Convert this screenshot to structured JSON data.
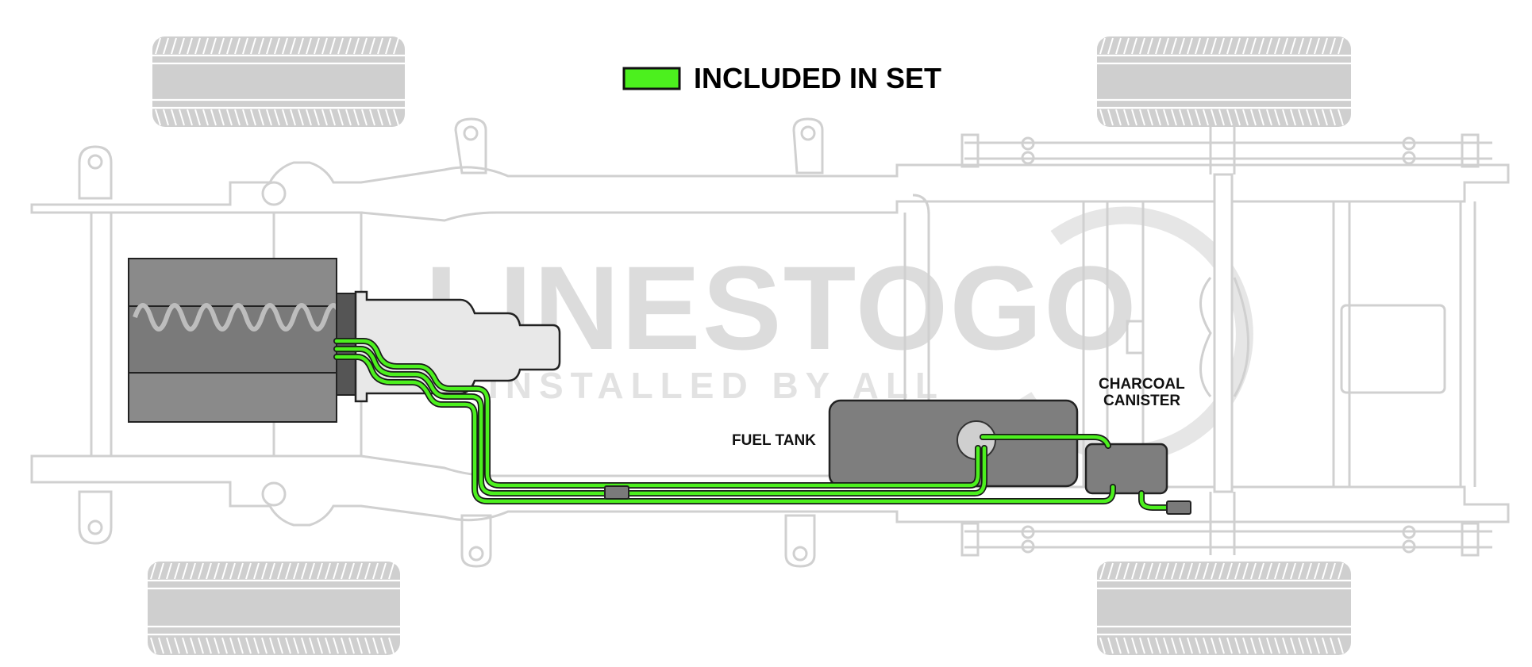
{
  "legend": {
    "label": "INCLUDED IN SET",
    "swatch_color": "#4cf01e"
  },
  "watermark": {
    "brand": "LINESTOGO",
    "tagline": "INSTALLED BY ALL"
  },
  "callouts": {
    "fuel_tank": "FUEL TANK",
    "charcoal_canister_line1": "CHARCOAL",
    "charcoal_canister_line2": "CANISTER"
  },
  "colors": {
    "included_line": "#4cf01e",
    "line_outline": "#1a1a1a",
    "chassis_outline": "#d0d0d0",
    "tire": "#cfcfcf",
    "component_dark": "#7a7a7a"
  }
}
